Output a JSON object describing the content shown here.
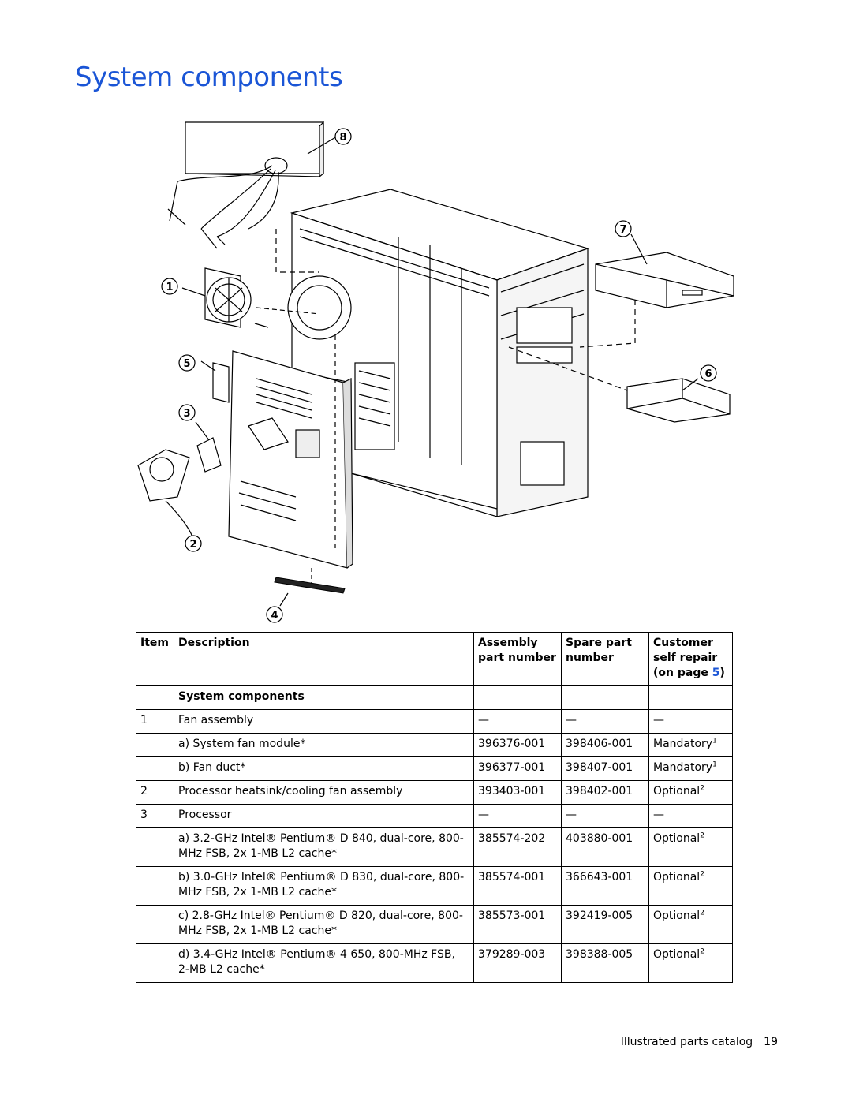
{
  "page": {
    "title": "System components"
  },
  "diagram": {
    "callouts": [
      "1",
      "2",
      "3",
      "4",
      "5",
      "6",
      "7",
      "8"
    ]
  },
  "table": {
    "headers": {
      "item": "Item",
      "description": "Description",
      "assembly": "Assembly part number",
      "spare": "Spare part number",
      "csr_prefix": "Customer self repair (on page ",
      "csr_link": "5",
      "csr_suffix": ")"
    },
    "section_title": "System components",
    "rows": [
      {
        "item": "1",
        "description": "Fan assembly",
        "assembly": "—",
        "spare": "—",
        "csr": "—",
        "note": ""
      },
      {
        "item": "",
        "description": "a) System fan module*",
        "assembly": "396376-001",
        "spare": "398406-001",
        "csr": "Mandatory",
        "note": "1"
      },
      {
        "item": "",
        "description": "b) Fan duct*",
        "assembly": "396377-001",
        "spare": "398407-001",
        "csr": "Mandatory",
        "note": "1"
      },
      {
        "item": "2",
        "description": "Processor heatsink/cooling fan assembly",
        "assembly": "393403-001",
        "spare": "398402-001",
        "csr": "Optional",
        "note": "2"
      },
      {
        "item": "3",
        "description": "Processor",
        "assembly": "—",
        "spare": "—",
        "csr": "—",
        "note": ""
      },
      {
        "item": "",
        "description": "a) 3.2-GHz Intel® Pentium® D 840, dual-core, 800-MHz FSB, 2x 1-MB L2 cache*",
        "assembly": "385574-202",
        "spare": "403880-001",
        "csr": "Optional",
        "note": "2"
      },
      {
        "item": "",
        "description": "b) 3.0-GHz Intel® Pentium® D 830, dual-core, 800-MHz FSB, 2x 1-MB L2 cache*",
        "assembly": "385574-001",
        "spare": "366643-001",
        "csr": "Optional",
        "note": "2"
      },
      {
        "item": "",
        "description": "c) 2.8-GHz Intel® Pentium® D 820, dual-core, 800-MHz FSB, 2x 1-MB L2 cache*",
        "assembly": "385573-001",
        "spare": "392419-005",
        "csr": "Optional",
        "note": "2"
      },
      {
        "item": "",
        "description": "d) 3.4-GHz Intel® Pentium® 4 650, 800-MHz FSB, 2-MB L2 cache*",
        "assembly": "379289-003",
        "spare": "398388-005",
        "csr": "Optional",
        "note": "2"
      }
    ]
  },
  "footer": {
    "section": "Illustrated parts catalog",
    "page_number": "19"
  }
}
